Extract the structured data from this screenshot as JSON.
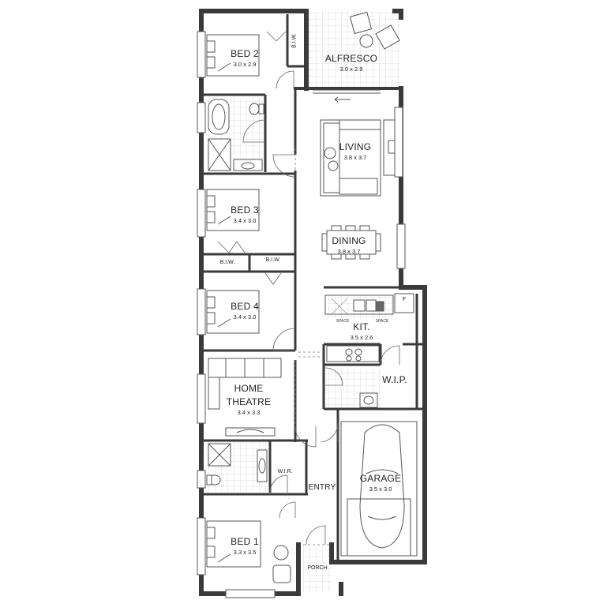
{
  "rooms": {
    "bed2": {
      "name": "BED 2",
      "dims": "3.0 x 2.9"
    },
    "alfresco": {
      "name": "ALFRESCO",
      "dims": "3.0 x 2.9"
    },
    "living": {
      "name": "LIVING",
      "dims": "3.8 x 3.7"
    },
    "bed3": {
      "name": "BED 3",
      "dims": "3.4 x 3.0"
    },
    "dining": {
      "name": "DINING",
      "dims": "3.8 x 3.7"
    },
    "bed4": {
      "name": "BED 4",
      "dims": "3.4 x 3.0"
    },
    "kitchen": {
      "name": "KIT.",
      "dims": "3.5 x 2.6"
    },
    "wip": {
      "name": "W.I.P."
    },
    "home_theatre": {
      "name_line1": "HOME",
      "name_line2": "THEATRE",
      "dims": "3.4 x 3.3"
    },
    "garage": {
      "name": "GARAGE",
      "dims": "3.5 x 3.0"
    },
    "wir": {
      "name": "W.I.R."
    },
    "entry": {
      "name": "ENTRY"
    },
    "bed1": {
      "name": "BED 1",
      "dims": "3.3 x 3.5"
    },
    "porch": {
      "name": "PORCH"
    }
  },
  "fixtures": {
    "biw_bed2": "B.I.W.",
    "biw_bed3": "B.I.W.",
    "biw_bed4": "B.I.W.",
    "fridge": "F",
    "space_left": "SPACE",
    "space_right": "SPACE"
  },
  "colors": {
    "wall": "#3a3a3a",
    "line": "#555555",
    "tile": "#bdbdbd"
  }
}
